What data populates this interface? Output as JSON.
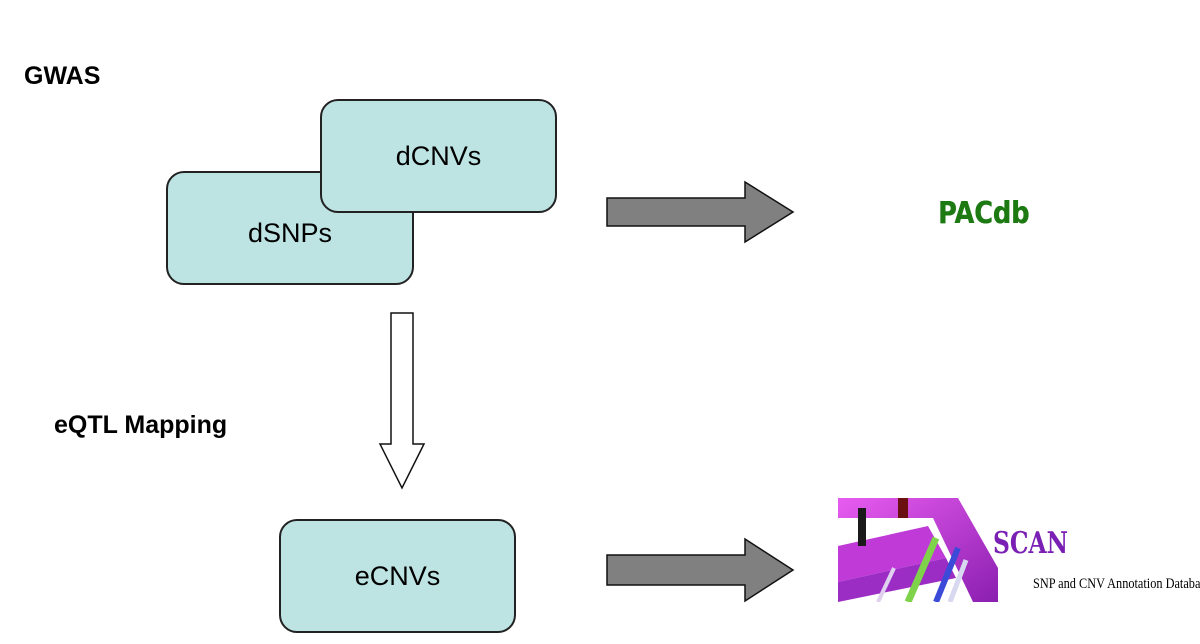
{
  "labels": {
    "gwas": "GWAS",
    "eqtl": "eQTL Mapping"
  },
  "nodes": {
    "dsnps": "dSNPs",
    "dcnvs": "dCNVs",
    "ecnvs": "eCNVs"
  },
  "logos": {
    "pacdb": "PACdb",
    "scan_title": "SCAN",
    "scan_subtitle": "SNP and CNV Annotation Database"
  },
  "colors": {
    "box_fill": "#bde3e3",
    "gray_arrow": "#808080",
    "pacdb_green": "#1d7a12",
    "scan_purple": "#7a1fb3"
  }
}
